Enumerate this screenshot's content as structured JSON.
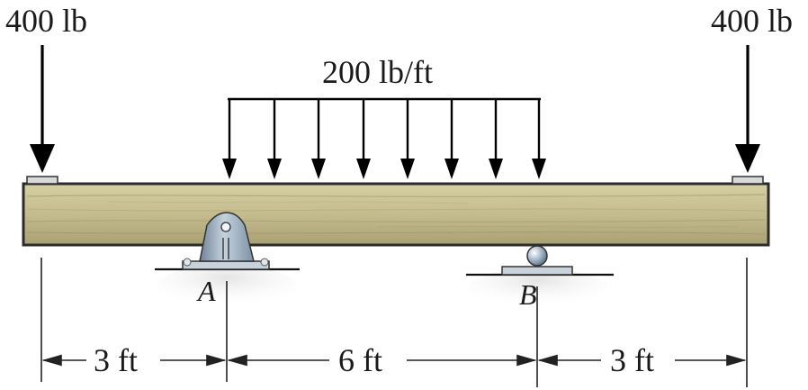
{
  "loads": {
    "left_point": "400 lb",
    "right_point": "400 lb",
    "distributed": "200 lb/ft"
  },
  "supports": {
    "a_label": "A",
    "b_label": "B"
  },
  "dimensions": {
    "left_span": "3 ft",
    "middle_span": "6 ft",
    "right_span": "3 ft"
  },
  "colors": {
    "beam_wood": "#c9c295",
    "beam_outline": "#2b2b2b",
    "support_steel": "#8fa3b5",
    "ground_shade": "#d9d9d9"
  }
}
